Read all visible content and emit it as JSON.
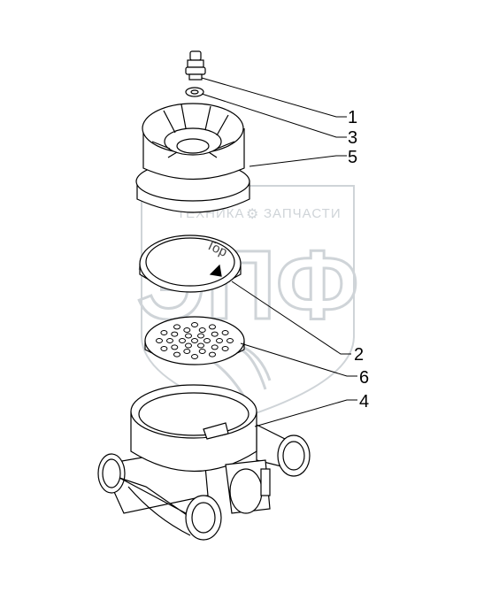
{
  "watermark": {
    "left_word": "ТЕХНИКА",
    "right_word": "ЗАПЧАСТИ",
    "logo_letters": "ЭПФ",
    "color": "#cfd4d8"
  },
  "parts": {
    "cover_mark": "Top"
  },
  "callouts": [
    {
      "label": "1"
    },
    {
      "label": "3"
    },
    {
      "label": "5"
    },
    {
      "label": "2"
    },
    {
      "label": "6"
    },
    {
      "label": "4"
    }
  ],
  "colors": {
    "line": "#000000",
    "watermark": "#cfd4d8",
    "background": "#ffffff"
  }
}
